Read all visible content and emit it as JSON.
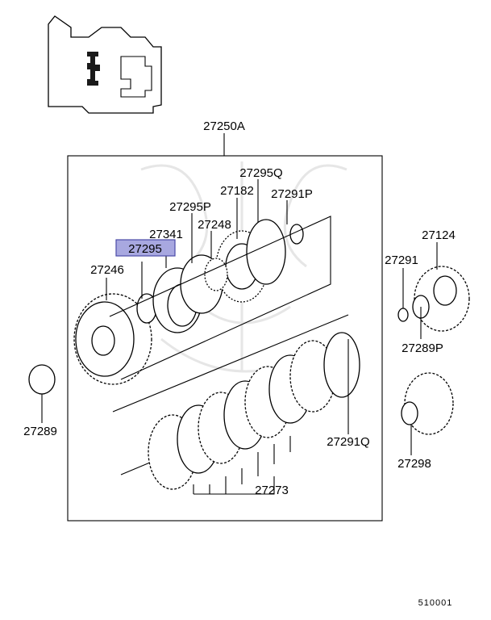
{
  "diagram": {
    "assembly_label": "27250A",
    "highlighted_part": "27295",
    "highlight_color": "#a8a8e0",
    "drawing_number": "510001",
    "parts": {
      "p27295Q": "27295Q",
      "p27182": "27182",
      "p27291P": "27291P",
      "p27295P": "27295P",
      "p27248": "27248",
      "p27341": "27341",
      "p27295": "27295",
      "p27246": "27246",
      "p27124": "27124",
      "p27291": "27291",
      "p27289P": "27289P",
      "p27289": "27289",
      "p27291Q": "27291Q",
      "p27273": "27273",
      "p27298": "27298"
    }
  }
}
